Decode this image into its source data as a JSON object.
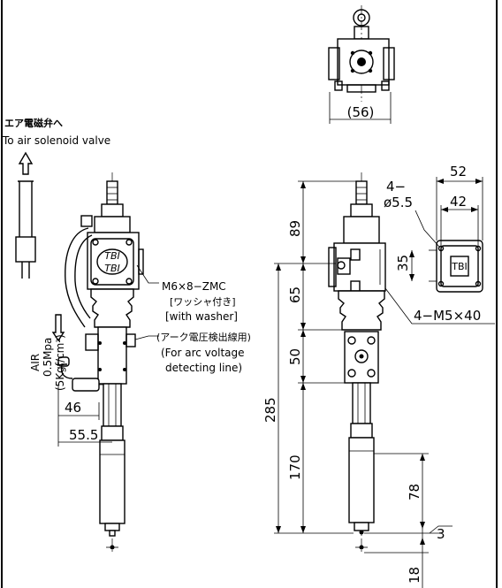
{
  "labels": {
    "air_jp": "エア電磁弁へ",
    "air_en": "To air solenoid valve",
    "air_spec_1": "AIR",
    "air_spec_2": "0.5Mpa",
    "air_spec_3": "(5Kgf/cm²)",
    "screw_spec": "M6×8−ZMC",
    "washer_jp": "[ワッシャ付き]",
    "washer_en": "[with washer]",
    "arc_jp": "(アーク電圧検出線用)",
    "arc_en_1": "(For arc voltage",
    "arc_en_2": "detecting line)",
    "holes_count": "4−",
    "holes_dia": "ø5.5",
    "bolts": "4−M5×40"
  },
  "dimensions": {
    "top_width": "(56)",
    "d89": "89",
    "d65": "65",
    "d50": "50",
    "d285": "285",
    "d170": "170",
    "d78": "78",
    "d18": "18",
    "d3": "3",
    "d52": "52",
    "d42": "42",
    "d35": "35",
    "d46": "46",
    "d55_5": "55.5"
  }
}
